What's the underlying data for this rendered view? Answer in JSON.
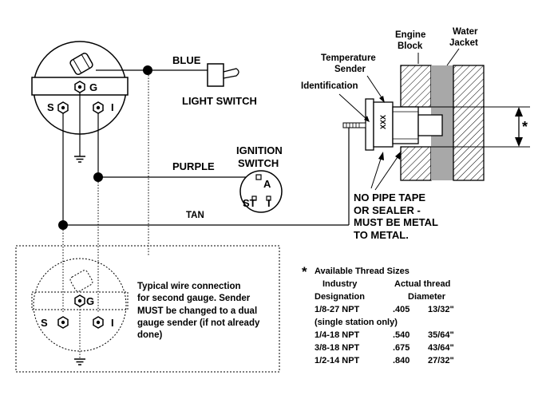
{
  "labels": {
    "blue": "BLUE",
    "light_switch": "LIGHT SWITCH",
    "ignition_line1": "IGNITION",
    "ignition_line2": "SWITCH",
    "purple": "PURPLE",
    "tan": "TAN",
    "ign_a": "A",
    "ign_st": "ST",
    "ign_i": "I",
    "gauge_g": "G",
    "gauge_s": "S",
    "gauge_i": "I",
    "gauge2_g": "G",
    "gauge2_s": "S",
    "gauge2_i": "I",
    "temp_sender_line1": "Temperature",
    "temp_sender_line2": "Sender",
    "identification": "Identification",
    "engine_block_line1": "Engine",
    "engine_block_line2": "Block",
    "water_jacket_line1": "Water",
    "water_jacket_line2": "Jacket",
    "sender_marking": "XXX",
    "thread_marker": "*"
  },
  "warning": {
    "lines": [
      "NO PIPE TAPE",
      "OR SEALER -",
      "MUST BE METAL",
      "TO METAL."
    ]
  },
  "second_gauge_note": {
    "lines": [
      "Typical wire connection",
      "for second gauge. Sender",
      "MUST be changed to a dual",
      "gauge sender (if not already",
      "done)"
    ]
  },
  "thread_table": {
    "title_star": "*",
    "title": "Available Thread Sizes",
    "header_col1_line1": "Industry",
    "header_col1_line2": "Designation",
    "header_col2_line1": "Actual thread",
    "header_col2_line2": "Diameter",
    "rows": [
      {
        "designation": "1/8-27 NPT",
        "decimal": ".405",
        "fraction": "13/32\""
      },
      {
        "designation": "(single station only)",
        "decimal": "",
        "fraction": ""
      },
      {
        "designation": "1/4-18 NPT",
        "decimal": ".540",
        "fraction": "35/64\""
      },
      {
        "designation": "3/8-18 NPT",
        "decimal": ".675",
        "fraction": "43/64\""
      },
      {
        "designation": "1/2-14 NPT",
        "decimal": ".840",
        "fraction": "27/32\""
      }
    ]
  }
}
